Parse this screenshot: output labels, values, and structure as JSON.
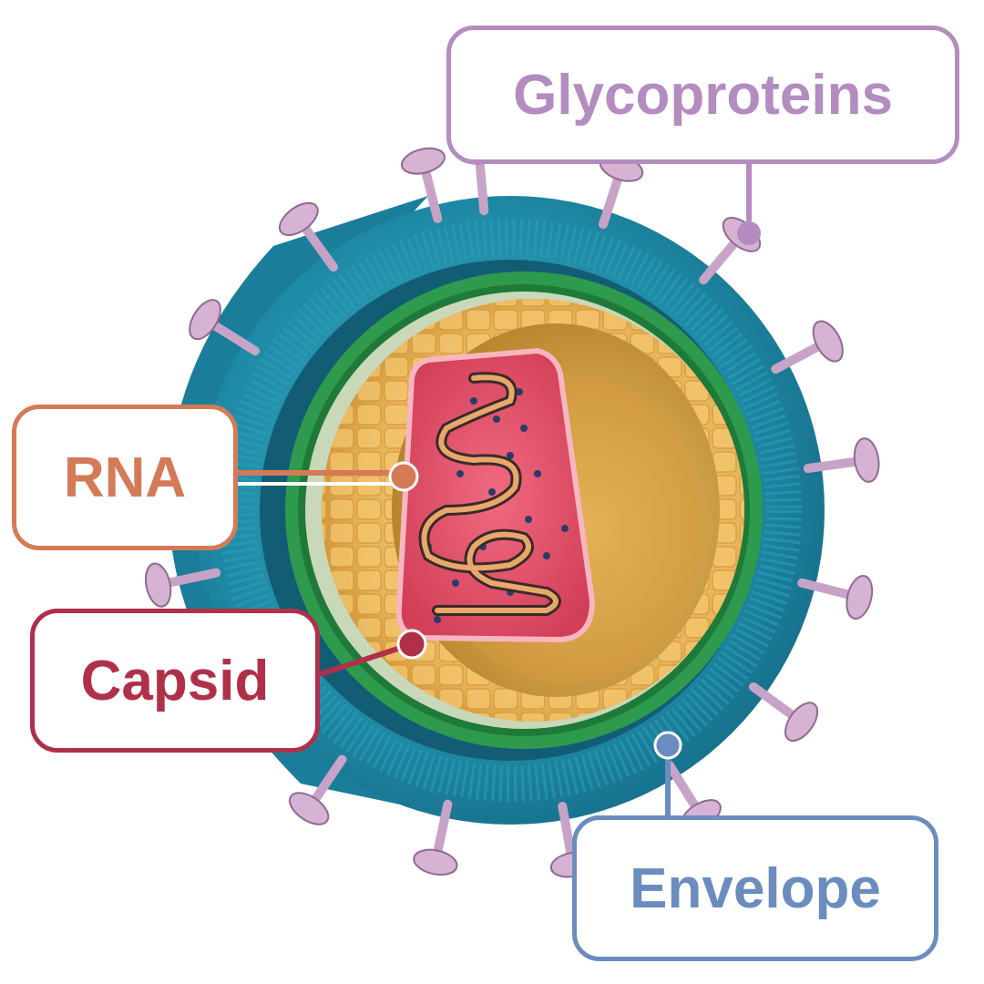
{
  "labels": {
    "glycoproteins": "Glycoproteins",
    "rna": "RNA",
    "capsid": "Capsid",
    "envelope": "Envelope"
  },
  "colors": {
    "glycoproteins": "#b48cc0",
    "rna": "#d47a56",
    "capsid": "#b0304a",
    "envelope": "#6b8cbf",
    "envelope_fill": "#1f8aa6",
    "matrix_ring": "#2e9a4e",
    "capsid_fill": "#e8b45a",
    "rna_core": "#e85a70"
  }
}
